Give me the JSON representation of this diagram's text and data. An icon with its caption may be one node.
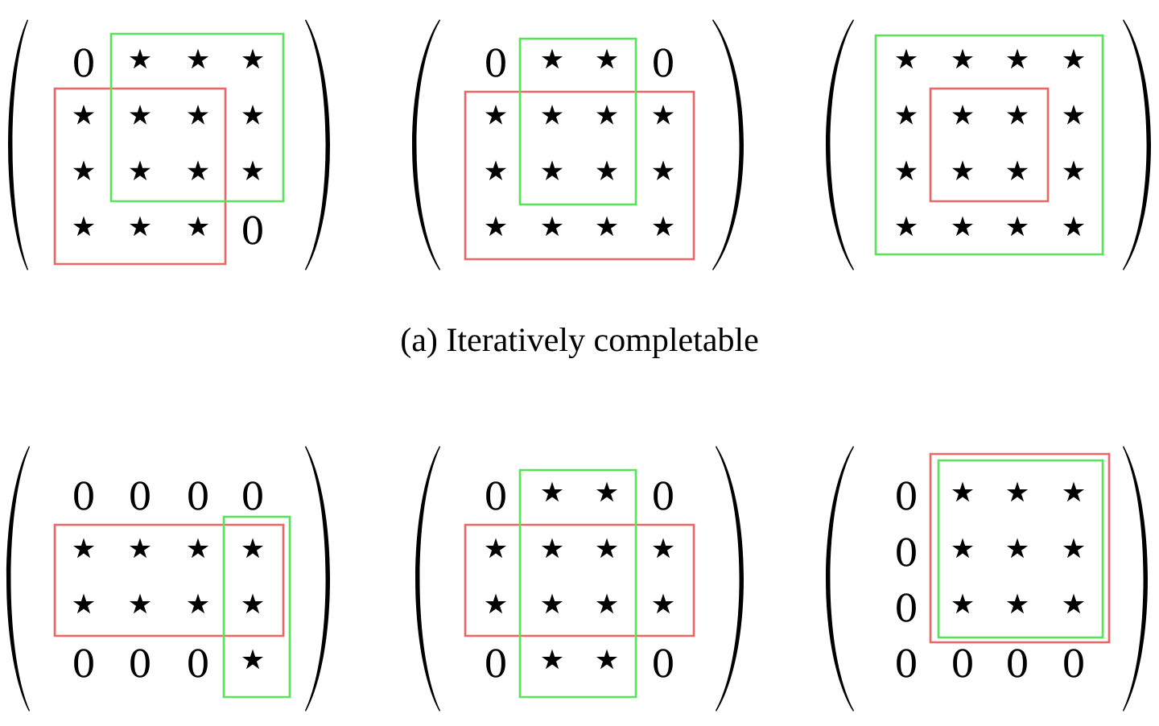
{
  "diagram": {
    "caption": "(a) Iteratively completable",
    "labels": [
      "0",
      "⋆",
      "⋆",
      "⋆",
      "⋆",
      "⋆",
      "⋆",
      "⋆",
      "⋆",
      "⋆",
      "⋆",
      "⋆",
      "⋆",
      "⋆",
      "⋆",
      "0",
      "0",
      "⋆",
      "⋆",
      "0",
      "⋆",
      "⋆",
      "⋆",
      "⋆",
      "⋆",
      "⋆",
      "⋆",
      "⋆",
      "⋆",
      "⋆",
      "⋆",
      "⋆",
      "⋆",
      "⋆",
      "⋆",
      "⋆",
      "⋆",
      "⋆",
      "⋆",
      "⋆",
      "⋆",
      "⋆",
      "⋆",
      "⋆",
      "⋆",
      "⋆",
      "⋆",
      "⋆",
      "0",
      "0",
      "0",
      "0",
      "⋆",
      "⋆",
      "⋆",
      "⋆",
      "⋆",
      "⋆",
      "⋆",
      "⋆",
      "0",
      "0",
      "0",
      "⋆",
      "0",
      "⋆",
      "⋆",
      "0",
      "⋆",
      "⋆",
      "⋆",
      "⋆",
      "⋆",
      "⋆",
      "⋆",
      "⋆",
      "0",
      "⋆",
      "⋆",
      "0",
      "0",
      "⋆",
      "⋆",
      "⋆",
      "0",
      "⋆",
      "⋆",
      "⋆",
      "0",
      "⋆",
      "⋆",
      "⋆",
      "0",
      "0",
      "0",
      "0"
    ]
  }
}
